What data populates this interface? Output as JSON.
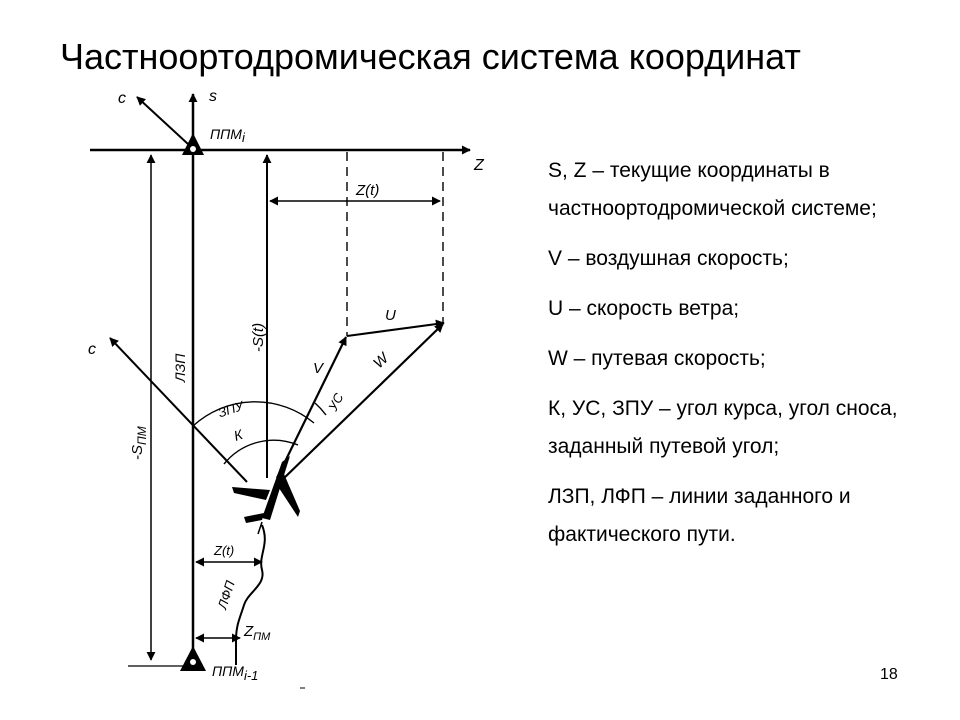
{
  "title": "Частноортодромическая система координат",
  "page_number": "18",
  "legend": [
    "S, Z – текущие координаты в частноортодромической системе;",
    "V – воздушная скорость;",
    "U – скорость ветра;",
    "W – путевая скорость;",
    "К, УС, ЗПУ – угол курса, угол сноса, заданный путевой угол;",
    "ЛЗП, ЛФП – линии заданного и фактического пути."
  ],
  "diagram": {
    "label_c_top": "c",
    "label_s": "s",
    "label_ppm_i_base": "ППМ",
    "label_ppm_i_sub": "i",
    "label_z_axis": "Z",
    "label_z_t_top": "Z(t)",
    "label_u": "U",
    "label_v": "V",
    "label_w": "W",
    "label_c_left": "c",
    "label_s_t": "-S(t)",
    "label_lzp": "ЛЗП",
    "label_s_pm_base": "-S",
    "label_s_pm_sub": "ПМ",
    "label_zpu": "ЗПУ",
    "label_k": "К",
    "label_us": "УС",
    "label_z_t_bottom": "Z(t)",
    "label_lfp": "ЛФП",
    "label_z_pm_base": "Z",
    "label_z_pm_sub": "ПМ",
    "label_ppm_i1_base": "ППМ",
    "label_ppm_i1_sub": "i-1"
  }
}
